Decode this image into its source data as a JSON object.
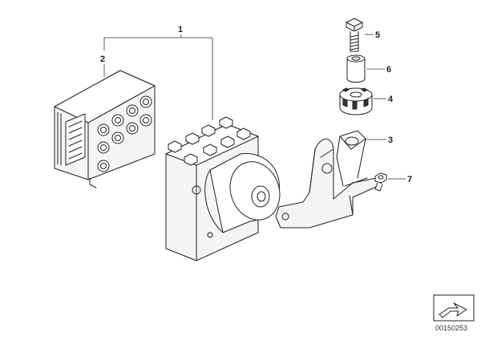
{
  "callouts": {
    "c1": "1",
    "c2": "2",
    "c3": "3",
    "c4": "4",
    "c5": "5",
    "c6": "6",
    "c7": "7"
  },
  "catalog_number": "00150253",
  "icons": {
    "orientation": "arrow-orientation-icon"
  },
  "colors": {
    "line": "#222222",
    "background": "#ffffff"
  }
}
